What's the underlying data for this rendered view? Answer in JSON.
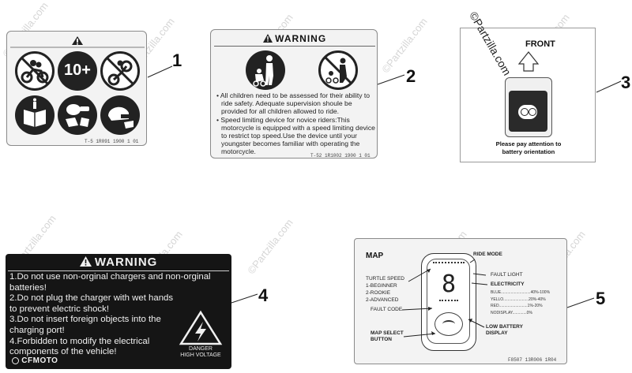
{
  "watermark": "©Partzilla.com",
  "callouts": [
    "1",
    "2",
    "3",
    "4",
    "5"
  ],
  "label1": {
    "code": "T-5 1R091 1900 1 01"
  },
  "label2": {
    "heading": "WARNING",
    "bullets": [
      "All children need to be assessed for their ability to ride safety. Adequate supervision shoule be provided for all children allowed to ride.",
      "Speed limiting device for novice riders:This motorcycle is equipped with a speed limiting device to restrict top speed.Use the device until your youngster becomes familiar with operating the motorcycle."
    ],
    "code": "T-52 1R1002 1900 1 01"
  },
  "label3": {
    "heading": "FRONT",
    "note_line1": "Please pay attention to",
    "note_line2": "battery orientation"
  },
  "label4": {
    "heading": "WARNING",
    "items": [
      "1.Do not use non-orginal chargers and non-orginal batteries!",
      "2.Do not plug the charger with wet hands to prevent electric shock!",
      "3.Do not insert foreign objects into the charging port!",
      "4.Forbidden to modify the electrical components of the vehicle!"
    ],
    "brand": "CFMOTO",
    "danger_line1": "DANGER",
    "danger_line2": "HIGH VOLTAGE"
  },
  "label5": {
    "title": "MAP",
    "ride_mode": "RIDE MODE",
    "fault_light": "FAULT LIGHT",
    "electricity": "ELECTRICITY",
    "blue": "BLUE...........................40%-100%",
    "yellow": "YELLO.......................20%-40%",
    "red": "RED..........................1%-20%",
    "nodisplay": "NODISPLAY.............0%",
    "turtle_speed": "TURTLE SPEED",
    "beginner": "1-BEGINNER",
    "rookie": "2-ROOKIE",
    "advanced": "2-ADVANCED",
    "fault_code": "FAULT CODE",
    "map_select_1": "MAP SELECT",
    "map_select_2": "BUTTON",
    "low_battery_1": "LOW BATTERY",
    "low_battery_2": "DISPLAY",
    "digit": "8",
    "code": "F8507 13R006 1R04"
  }
}
